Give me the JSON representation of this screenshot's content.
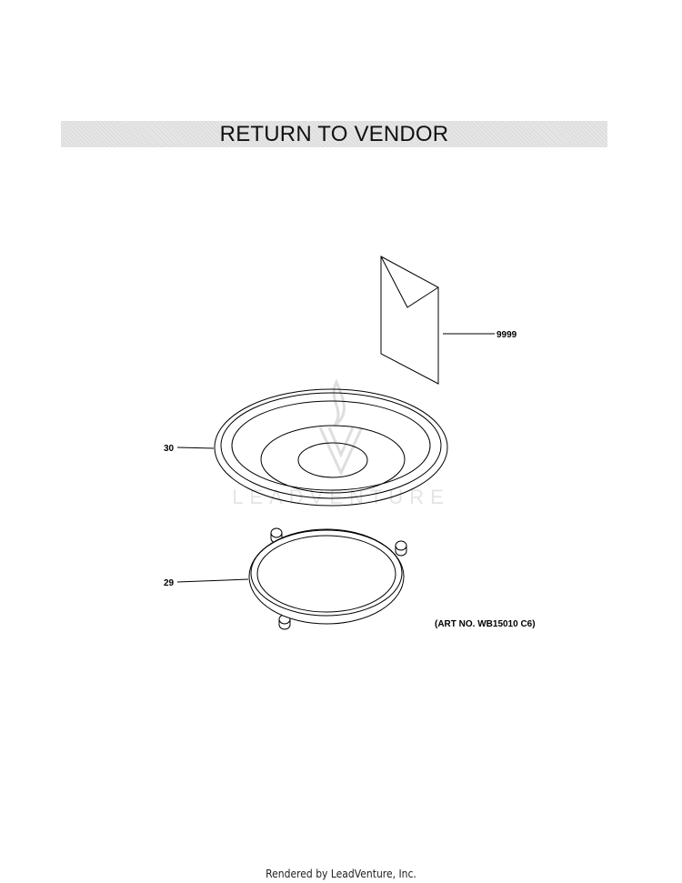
{
  "header": {
    "title": "RETURN TO VENDOR"
  },
  "callouts": {
    "manual": "9999",
    "tray": "30",
    "roller_ring": "29"
  },
  "art_number": "(ART NO. WB15010 C6)",
  "watermark": {
    "text": "LEADVENTURE"
  },
  "footer": {
    "text": "Rendered by LeadVenture, Inc."
  }
}
